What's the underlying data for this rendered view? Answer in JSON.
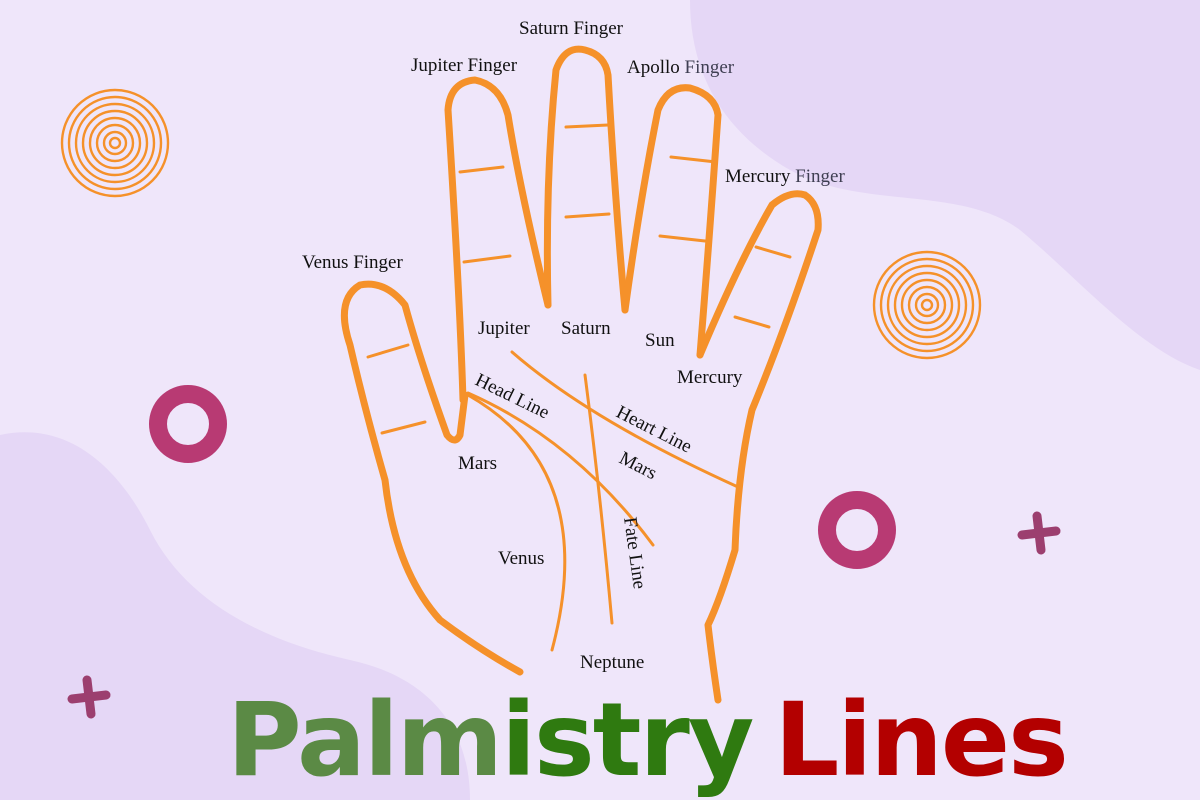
{
  "labels": {
    "saturn_finger": "Saturn Finger",
    "jupiter_finger": "Jupiter Finger",
    "apollo_finger_a": "Apollo ",
    "apollo_finger_b": "Finger",
    "mercury_finger_a": "Mercury ",
    "mercury_finger_b": "Finger",
    "venus_finger": "Venus Finger",
    "jupiter": "Jupiter",
    "saturn": "Saturn",
    "sun": "Sun",
    "mercury": "Mercury",
    "head_line": "Head Line",
    "heart_line": "Heart Line",
    "mars_left": "Mars",
    "mars_right": "Mars",
    "venus": "Venus",
    "fate_line": "Fate Line",
    "neptune": "Neptune"
  },
  "title": {
    "part1": "Palm",
    "part2": "istry",
    "part3": "Lines"
  },
  "colors": {
    "background": "#efe6fa",
    "blob": "#e5d7f6",
    "hand_outline": "#f5912a",
    "spiral": "#f5912a",
    "ring": "#b83a73",
    "cross": "#9c3f6f",
    "title_part1": "#5b8a45",
    "title_part2": "#2f7a10",
    "title_part3": "#b30000"
  }
}
